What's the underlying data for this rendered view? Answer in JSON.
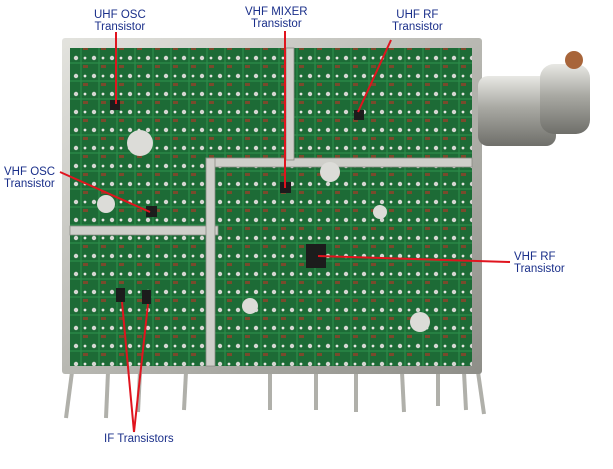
{
  "labels": {
    "uhf_osc": [
      "UHF OSC",
      "Transistor"
    ],
    "vhf_mixer": [
      "VHF MIXER",
      "Transistor"
    ],
    "uhf_rf": [
      "UHF RF",
      "Transistor"
    ],
    "vhf_osc": [
      "VHF OSC",
      "Transistor"
    ],
    "vhf_rf": [
      "VHF RF",
      "Transistor"
    ],
    "if_transistors": "IF Transistors"
  },
  "colors": {
    "label_text": "#1a2f8a",
    "pointer_line": "#e0141e",
    "pcb_green": "#1f7a3a",
    "metal_shield": "#c9c9c4",
    "solder": "#d8d8d4"
  }
}
